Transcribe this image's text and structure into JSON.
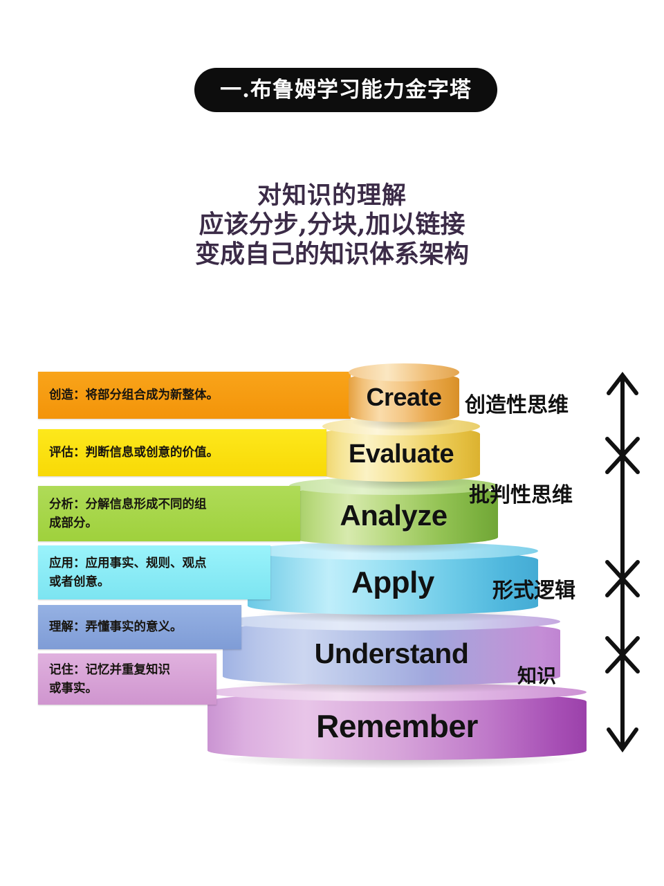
{
  "title": {
    "text": "一.布鲁姆学习能力金字塔",
    "background_color": "#0d0d0d",
    "text_color": "#ffffff"
  },
  "subtitle": {
    "line1": "对知识的理解",
    "line2": "应该分步,分块,加以链接",
    "line3": "变成自己的知识体系架构",
    "color": "#3b2b47"
  },
  "pyramid": {
    "name": "blooms-taxonomy-pyramid",
    "levels": [
      {
        "english": "Create",
        "chinese_term": "创造",
        "description_lines": [
          "创造：将部分组合成为新整体。"
        ],
        "bar_color": "#f79d15",
        "drum_color": "#f5b765",
        "drum_color_light": "#fbd9a4"
      },
      {
        "english": "Evaluate",
        "chinese_term": "评估",
        "description_lines": [
          "评估：判断信息或创意的价值。"
        ],
        "bar_color": "#fbe211",
        "drum_color": "#f0cf56",
        "drum_color_light": "#fbeeae"
      },
      {
        "english": "Analyze",
        "chinese_term": "分析",
        "description_lines": [
          "分析：分解信息形成不同的组",
          "成部分。"
        ],
        "bar_color": "#a6d648",
        "drum_color": "#93c656",
        "drum_color_light": "#d6e9a8"
      },
      {
        "english": "Apply",
        "chinese_term": "应用",
        "description_lines": [
          "应用：应用事实、规则、观点",
          "或者创意。"
        ],
        "bar_color": "#87eef7",
        "drum_color": "#68cbe8",
        "drum_color_light": "#cdf0fa"
      },
      {
        "english": "Understand",
        "chinese_term": "理解",
        "description_lines": [
          "理解：弄懂事实的意义。"
        ],
        "bar_color": "#87a7dd",
        "drum_color": "#8a9ddc",
        "drum_color_light": "#c3cdee"
      },
      {
        "english": "Remember",
        "chinese_term": "记住",
        "description_lines": [
          "记住：记忆并重复知识",
          "或事实。"
        ],
        "bar_color": "#dca8da",
        "drum_color": "#b168c0",
        "drum_color_light": "#dcafe0"
      }
    ]
  },
  "categories": [
    {
      "label": "创造性思维"
    },
    {
      "label": "批判性思维"
    },
    {
      "label": "形式逻辑"
    },
    {
      "label": "知识"
    }
  ],
  "arrow": {
    "name": "vertical-double-arrow",
    "direction": "double",
    "tick_count": 3,
    "color": "#111111"
  }
}
